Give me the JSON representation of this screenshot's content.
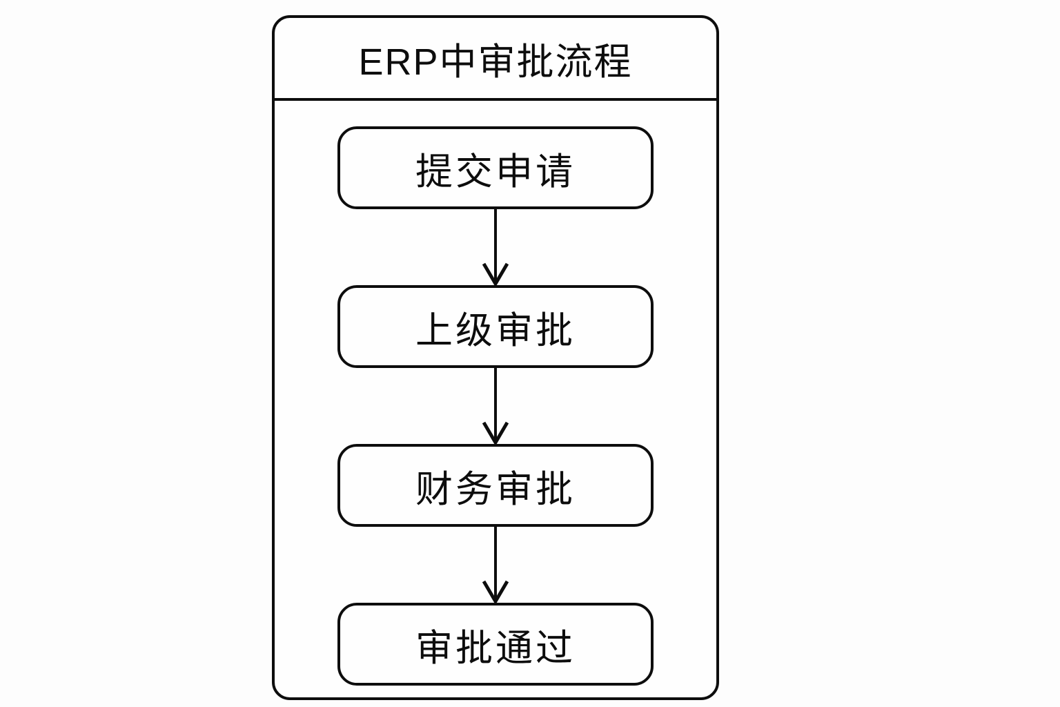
{
  "diagram": {
    "title": "ERP中审批流程",
    "type": "flowchart",
    "direction": "top-down",
    "steps": [
      {
        "id": 1,
        "label": "提交申请"
      },
      {
        "id": 2,
        "label": "上级审批"
      },
      {
        "id": 3,
        "label": "财务审批"
      },
      {
        "id": 4,
        "label": "审批通过"
      }
    ],
    "connections": [
      {
        "from": "提交申请",
        "to": "上级审批",
        "style": "arrow-down"
      },
      {
        "from": "上级审批",
        "to": "财务审批",
        "style": "arrow-down"
      },
      {
        "from": "财务审批",
        "to": "审批通过",
        "style": "arrow-down"
      }
    ],
    "colors": {
      "stroke": "#0d0d0d",
      "text": "#0d0d0d",
      "background": "#fdfdfd",
      "panel_fill": "#fefefe"
    }
  }
}
